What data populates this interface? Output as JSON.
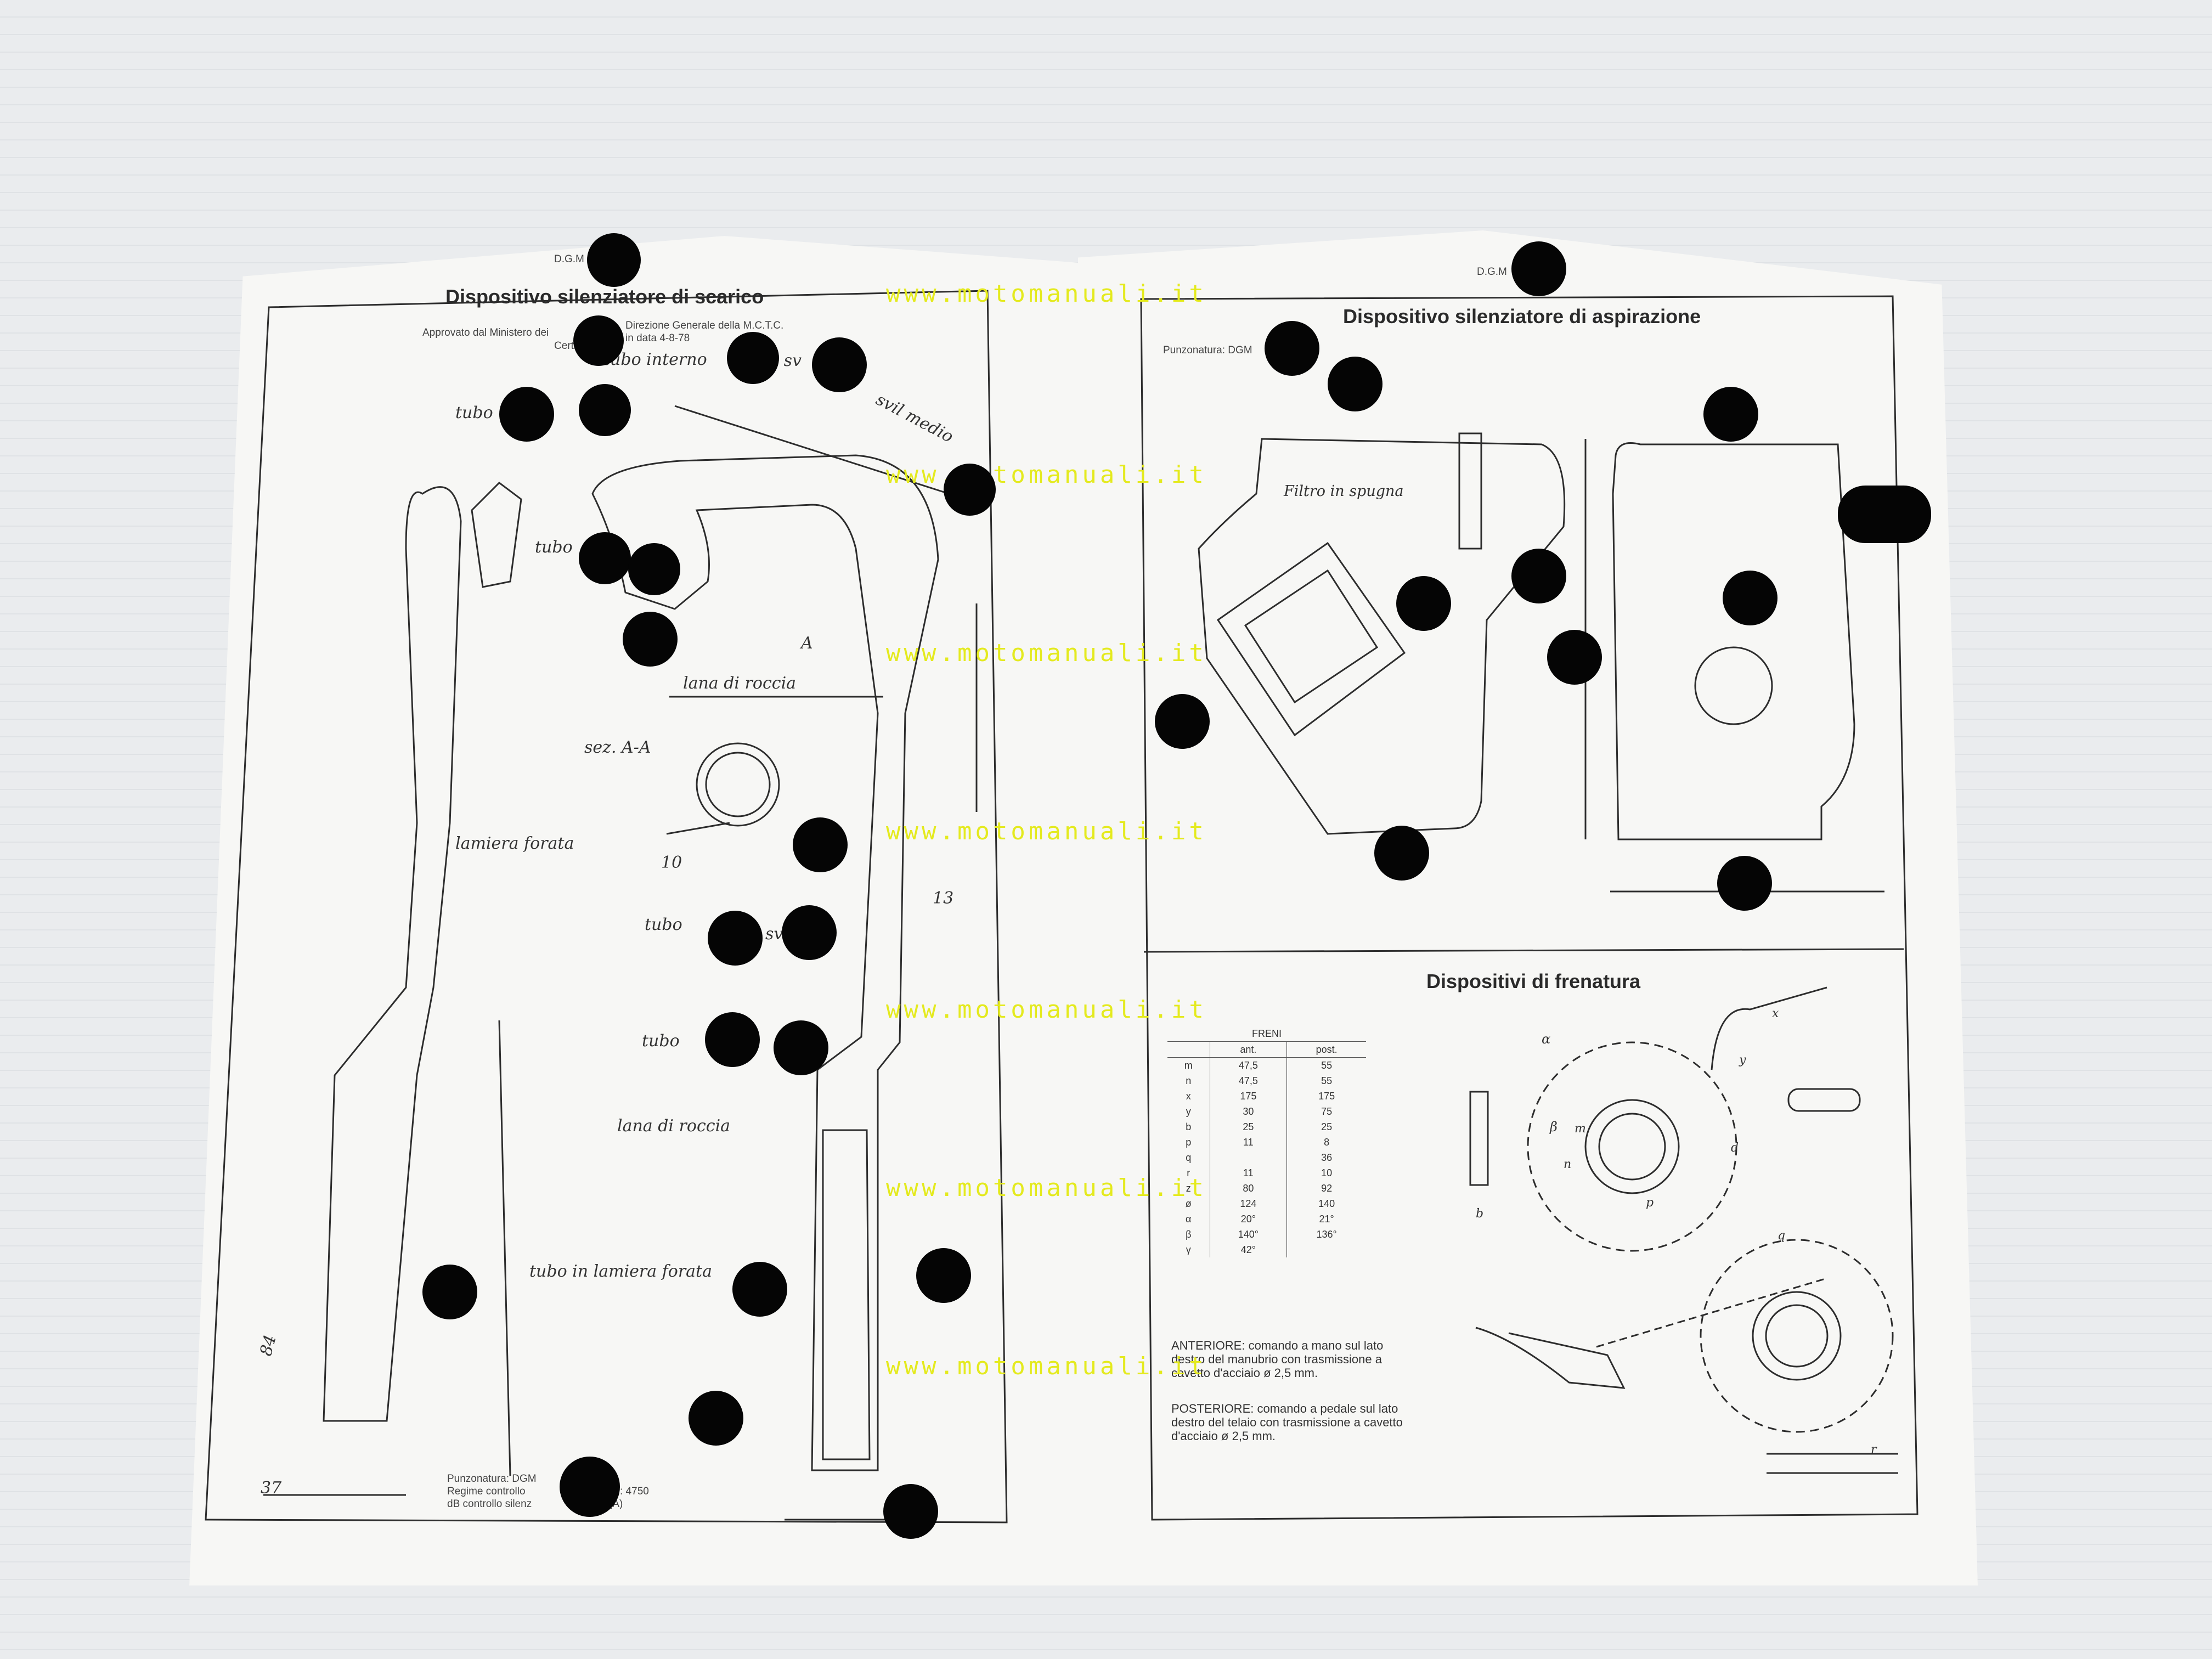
{
  "watermark": "www.motomanuali.it",
  "left_page": {
    "header": "D.G.M",
    "title": "Dispositivo silenziatore di scarico",
    "approval_line1": "Approvato dal Ministero dei",
    "approval_line1b": "Direzione Generale della M.C.T.C.",
    "approval_line2": "Certificato",
    "approval_line2b": "in data 4-8-78",
    "labels": {
      "tubo_interno": "tubo interno",
      "tubo_interno_suffix": "5 sv",
      "tubo_svil": "tubo",
      "svil_medio": "svil medio",
      "tubo_phi": "tubo",
      "letter_a": "A",
      "lana_di_roccia_1": "lana di roccia",
      "sez_aa": "sez. A-A",
      "lamiera_forata": "lamiera forata",
      "dim_10": "10",
      "dim_13": "13",
      "tubo_phi_2": "tubo",
      "tubo_phi_2_suffix": "sv",
      "tubo_phi_3": "tubo",
      "lana_di_roccia_2": "lana di roccia",
      "tubo_lamiera": "tubo in lamiera forata",
      "dim_84": "84",
      "dim_37": "37"
    },
    "footer": {
      "line1": "Punzonatura: DGM",
      "line2": "Regime controllo",
      "line2b": ": 4750",
      "line3": "dB controllo silenz",
      "line3b": "(A)"
    }
  },
  "right_page": {
    "header": "D.G.M",
    "top_title": "Dispositivo silenziatore di aspirazione",
    "punzonatura": "Punzonatura: DGM",
    "filtro": "Filtro in spugna",
    "brakes_title": "Dispositivi di frenatura",
    "brake_table": {
      "caption": "FRENI",
      "columns": [
        "",
        "ant.",
        "post."
      ],
      "rows": [
        [
          "m",
          "47,5",
          "55"
        ],
        [
          "n",
          "47,5",
          "55"
        ],
        [
          "x",
          "175",
          "175"
        ],
        [
          "y",
          "30",
          "75"
        ],
        [
          "b",
          "25",
          "25"
        ],
        [
          "p",
          "11",
          "8"
        ],
        [
          "q",
          "",
          "36"
        ],
        [
          "r",
          "11",
          "10"
        ],
        [
          "z",
          "80",
          "92"
        ],
        [
          "ø",
          "124",
          "140"
        ],
        [
          "α",
          "20°",
          "21°"
        ],
        [
          "β",
          "140°",
          "136°"
        ],
        [
          "γ",
          "42°",
          ""
        ]
      ]
    },
    "notes": {
      "anteriore": "ANTERIORE: comando a mano sul lato destro del manubrio con trasmissione a cavetto d'acciaio ø 2,5 mm.",
      "posteriore": "POSTERIORE: comando a pedale sul lato destro del telaio con trasmissione a cavetto d'acciaio ø 2,5 mm."
    },
    "dim_labels": {
      "beta": "β",
      "m": "m",
      "n": "n",
      "b": "b",
      "d": "d",
      "p": "p",
      "q": "q",
      "r": "r",
      "x": "x",
      "y": "y",
      "alpha": "α"
    }
  }
}
